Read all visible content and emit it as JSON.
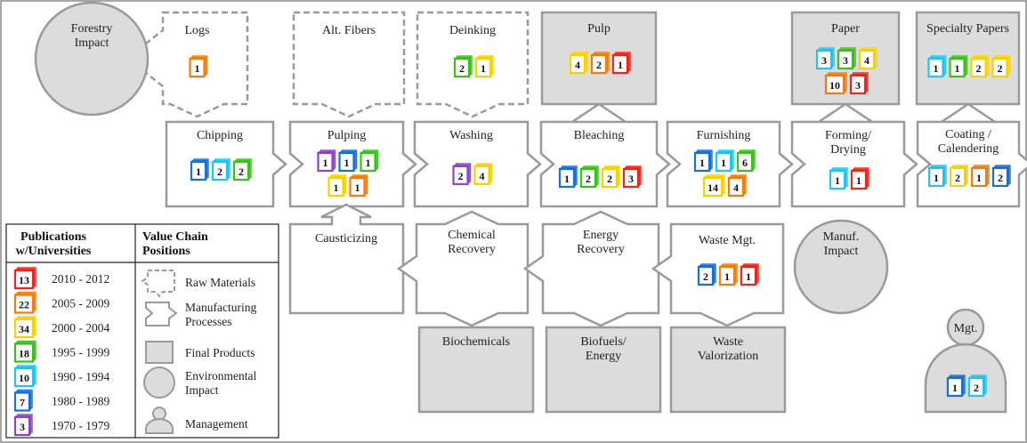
{
  "nodes": {
    "forestry_impact": {
      "label": "Forestry\nImpact",
      "type": "impact"
    },
    "logs": {
      "label": "Logs",
      "type": "raw",
      "badges": [
        {
          "n": "1",
          "c": "orange"
        }
      ]
    },
    "alt_fibers": {
      "label": "Alt. Fibers",
      "type": "raw",
      "badges": []
    },
    "deinking": {
      "label": "Deinking",
      "type": "raw",
      "badges": [
        {
          "n": "2",
          "c": "green"
        },
        {
          "n": "1",
          "c": "yellow"
        }
      ]
    },
    "pulp": {
      "label": "Pulp",
      "type": "product",
      "badges": [
        {
          "n": "4",
          "c": "yellow"
        },
        {
          "n": "2",
          "c": "orange"
        },
        {
          "n": "1",
          "c": "red"
        }
      ]
    },
    "paper": {
      "label": "Paper",
      "type": "product",
      "badges": [
        {
          "n": "3",
          "c": "cyan"
        },
        {
          "n": "3",
          "c": "green"
        },
        {
          "n": "4",
          "c": "yellow"
        },
        {
          "n": "10",
          "c": "orange"
        },
        {
          "n": "3",
          "c": "red"
        }
      ]
    },
    "specialty_papers": {
      "label": "Specialty Papers",
      "type": "product",
      "badges": [
        {
          "n": "1",
          "c": "cyan"
        },
        {
          "n": "1",
          "c": "green"
        },
        {
          "n": "2",
          "c": "yellow"
        },
        {
          "n": "2",
          "c": "yellow"
        }
      ]
    },
    "chipping": {
      "label": "Chipping",
      "type": "process",
      "badges": [
        {
          "n": "1",
          "c": "blue"
        },
        {
          "n": "2",
          "c": "cyan"
        },
        {
          "n": "2",
          "c": "green"
        }
      ]
    },
    "pulping": {
      "label": "Pulping",
      "type": "process",
      "badges": [
        {
          "n": "1",
          "c": "purple"
        },
        {
          "n": "1",
          "c": "blue"
        },
        {
          "n": "1",
          "c": "green"
        },
        {
          "n": "1",
          "c": "yellow"
        },
        {
          "n": "1",
          "c": "orange"
        }
      ]
    },
    "washing": {
      "label": "Washing",
      "type": "process",
      "badges": [
        {
          "n": "2",
          "c": "purple"
        },
        {
          "n": "4",
          "c": "yellow"
        }
      ]
    },
    "bleaching": {
      "label": "Bleaching",
      "type": "process",
      "badges": [
        {
          "n": "1",
          "c": "blue"
        },
        {
          "n": "2",
          "c": "green"
        },
        {
          "n": "2",
          "c": "yellow"
        },
        {
          "n": "3",
          "c": "red"
        }
      ]
    },
    "furnishing": {
      "label": "Furnishing",
      "type": "process",
      "badges": [
        {
          "n": "1",
          "c": "blue"
        },
        {
          "n": "1",
          "c": "cyan"
        },
        {
          "n": "6",
          "c": "green"
        },
        {
          "n": "14",
          "c": "yellow"
        },
        {
          "n": "4",
          "c": "orange"
        }
      ]
    },
    "forming_drying": {
      "label": "Forming/\nDrying",
      "type": "process",
      "badges": [
        {
          "n": "1",
          "c": "cyan"
        },
        {
          "n": "1",
          "c": "red"
        }
      ]
    },
    "coating": {
      "label": "Coating /\nCalendering",
      "type": "process",
      "badges": [
        {
          "n": "1",
          "c": "cyan"
        },
        {
          "n": "2",
          "c": "yellow"
        },
        {
          "n": "1",
          "c": "orange"
        },
        {
          "n": "2",
          "c": "blue"
        }
      ]
    },
    "causticizing": {
      "label": "Causticizing",
      "type": "process",
      "badges": []
    },
    "chemical_recovery": {
      "label": "Chemical\nRecovery",
      "type": "process",
      "badges": []
    },
    "energy_recovery": {
      "label": "Energy\nRecovery",
      "type": "process",
      "badges": []
    },
    "waste_mgt": {
      "label": "Waste Mgt.",
      "type": "process",
      "badges": [
        {
          "n": "2",
          "c": "blue"
        },
        {
          "n": "1",
          "c": "orange"
        },
        {
          "n": "1",
          "c": "red"
        }
      ]
    },
    "manuf_impact": {
      "label": "Manuf.\nImpact",
      "type": "impact"
    },
    "biochemicals": {
      "label": "Biochemicals",
      "type": "product",
      "badges": []
    },
    "biofuels": {
      "label": "Biofuels/\nEnergy",
      "type": "product",
      "badges": []
    },
    "waste_valorization": {
      "label": "Waste\nValorization",
      "type": "product",
      "badges": []
    },
    "mgt": {
      "label": "Mgt.",
      "type": "management",
      "badges": [
        {
          "n": "1",
          "c": "blue"
        },
        {
          "n": "2",
          "c": "cyan"
        }
      ]
    }
  },
  "legend": {
    "col1_title": "Publications\nw/Universities",
    "col2_title": "Value Chain\nPositions",
    "periods": [
      {
        "n": "13",
        "c": "red",
        "label": "2010 - 2012"
      },
      {
        "n": "22",
        "c": "orange",
        "label": "2005 - 2009"
      },
      {
        "n": "34",
        "c": "yellow",
        "label": "2000 - 2004"
      },
      {
        "n": "18",
        "c": "green",
        "label": "1995 - 1999"
      },
      {
        "n": "10",
        "c": "cyan",
        "label": "1990 - 1994"
      },
      {
        "n": "7",
        "c": "blue",
        "label": "1980 - 1989"
      },
      {
        "n": "3",
        "c": "purple",
        "label": "1970 - 1979"
      }
    ],
    "positions": [
      {
        "shape": "raw",
        "label": "Raw Materials"
      },
      {
        "shape": "process",
        "label": "Manufacturing\nProcesses"
      },
      {
        "shape": "product",
        "label": "Final Products"
      },
      {
        "shape": "impact",
        "label": "Environmental\nImpact"
      },
      {
        "shape": "management",
        "label": "Management"
      }
    ]
  },
  "colors": {
    "red": "#e8281e",
    "orange": "#f07d10",
    "yellow": "#f5d10a",
    "green": "#3dbf1f",
    "cyan": "#25c3ee",
    "blue": "#1c6fd1",
    "purple": "#8a49b8",
    "stroke": "#9a9a9a",
    "fill_product": "#dcdcdc"
  }
}
